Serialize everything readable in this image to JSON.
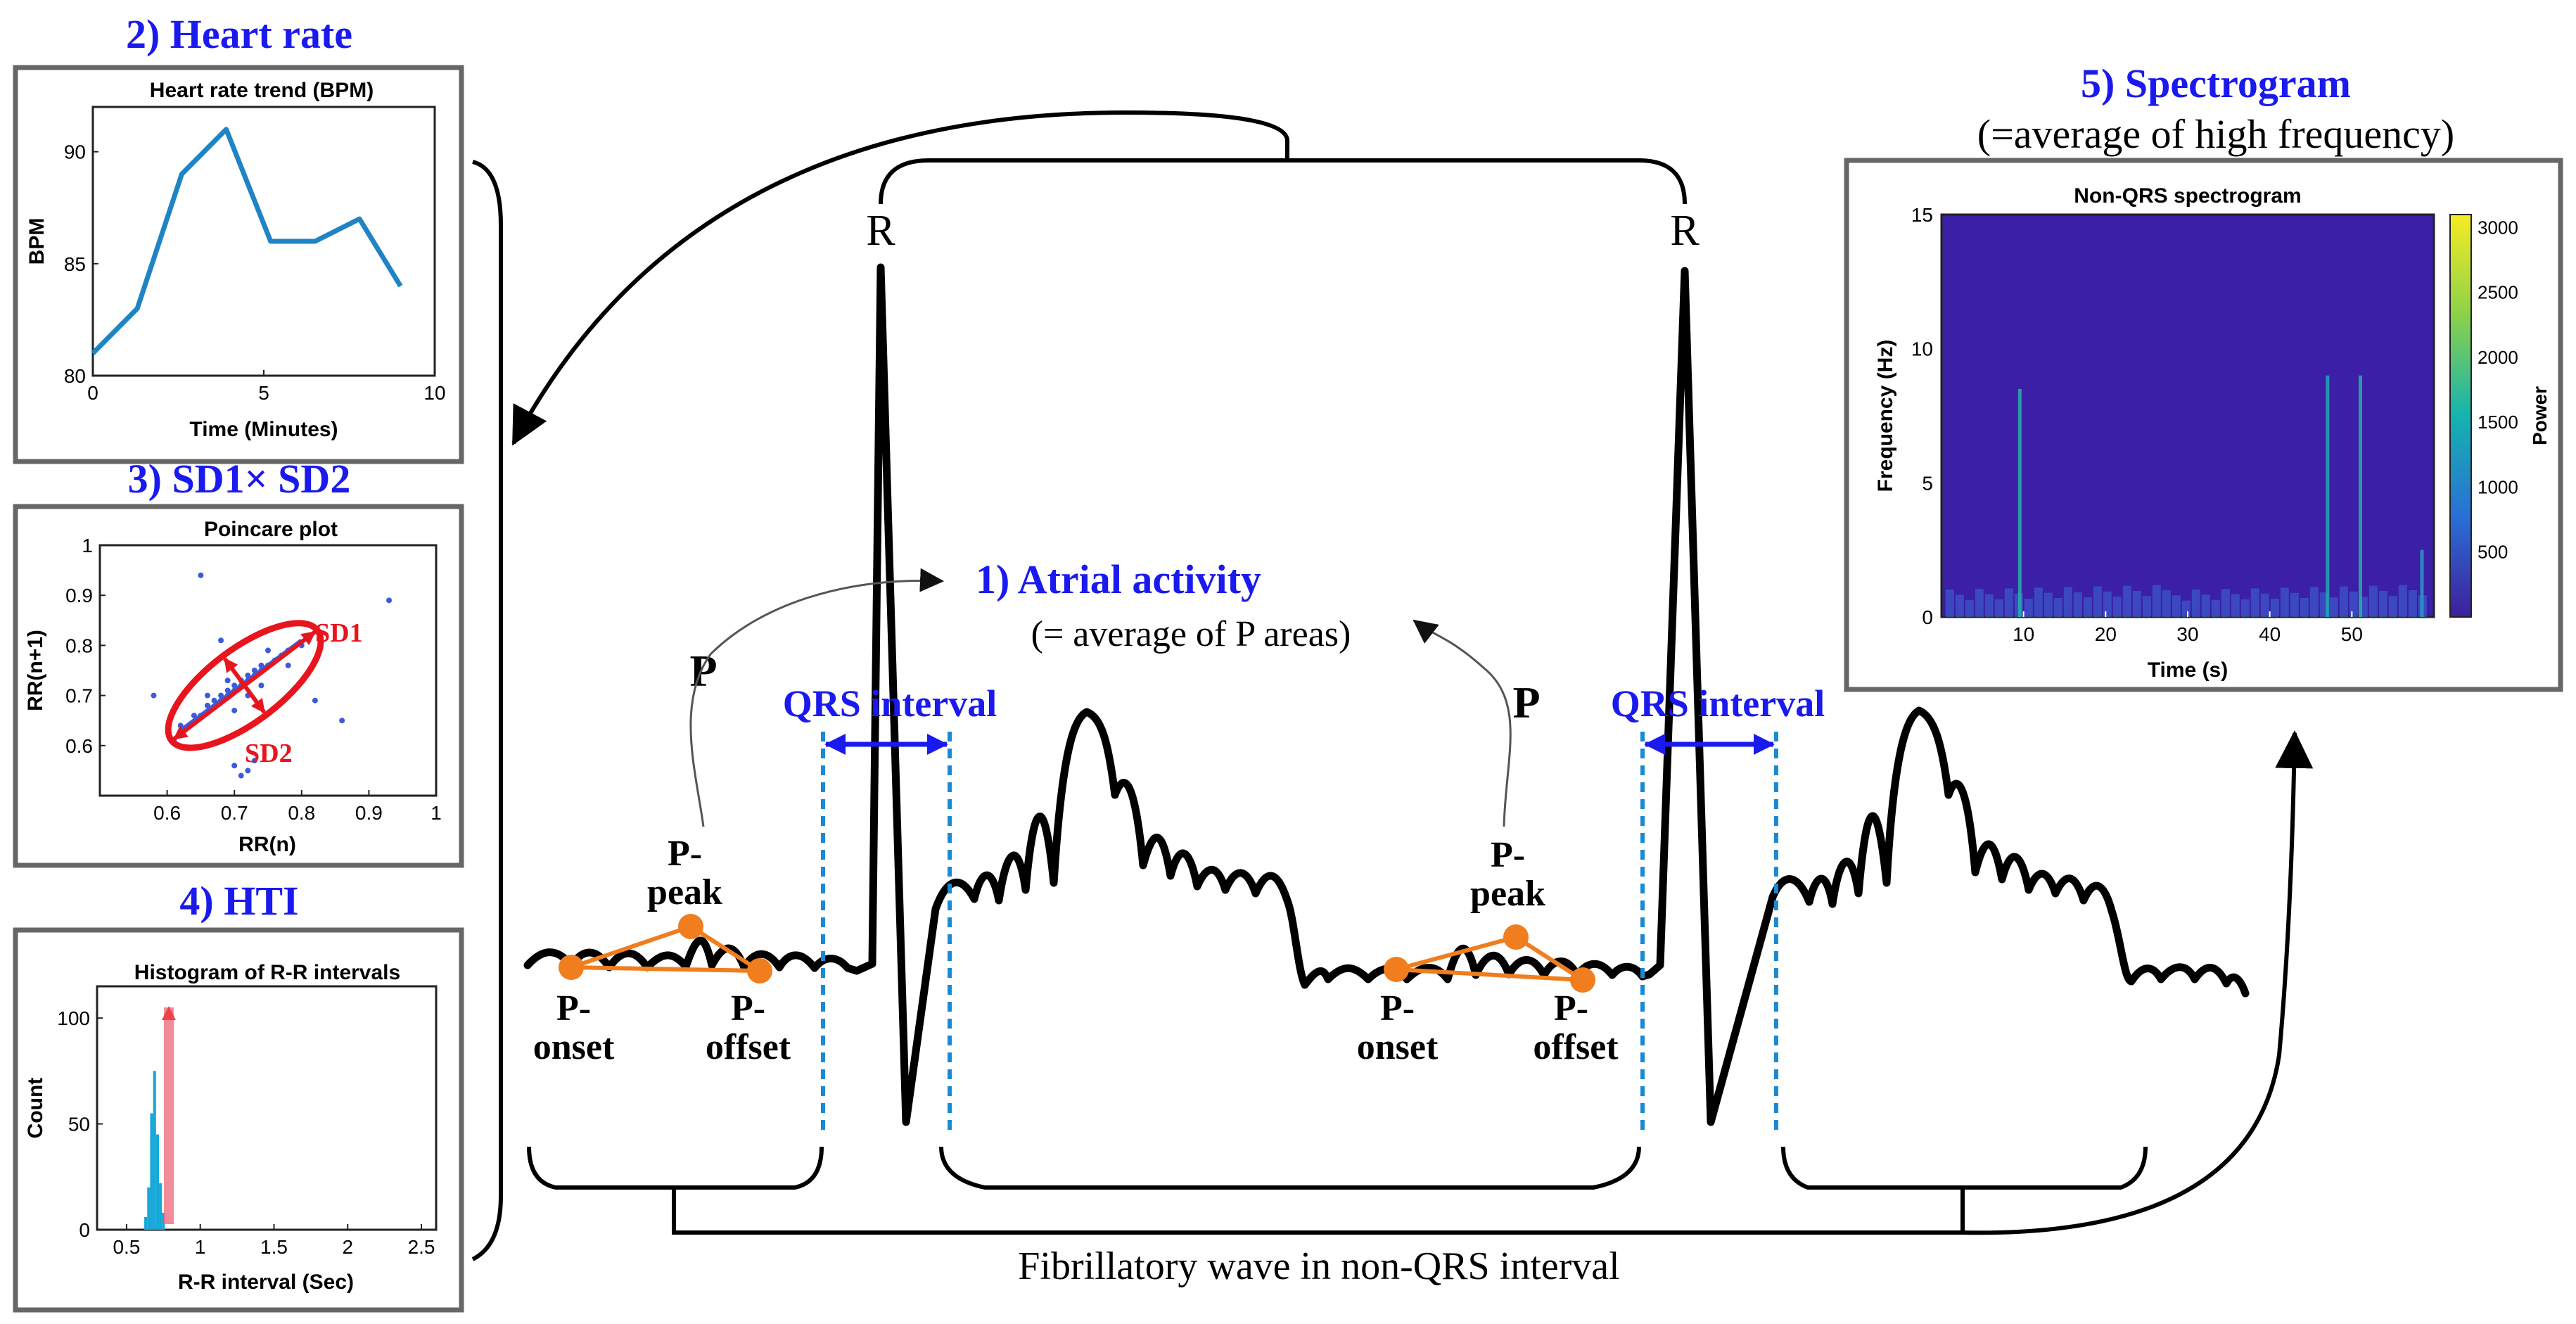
{
  "colors": {
    "heading": "#1a1aee",
    "ecg": "#000000",
    "orange": "#f07d1e",
    "red": "#e8141e",
    "chart_line": "#1f84c4",
    "scatter": "#3b5bdb",
    "spectro_bg": "#3b1fa6",
    "qrs_dashed": "#1a8ad4"
  },
  "sections": {
    "heart_rate": "2) Heart rate",
    "sd1sd2": "3) SD1× SD2",
    "hti": "4) HTI",
    "spectrogram": "5) Spectrogram",
    "spectrogram_sub": "(=average of high frequency)",
    "atrial": "1) Atrial activity",
    "atrial_sub": "(= average of P areas)"
  },
  "ecg_labels": {
    "r_peak": "R",
    "p_wave": "P",
    "qrs_interval": "QRS interval",
    "p_peak_1": "P-",
    "p_peak_2": "peak",
    "p_onset_1": "P-",
    "p_onset_2": "onset",
    "p_offset_1": "P-",
    "p_offset_2": "offset",
    "fibrillatory": "Fibrillatory wave in non-QRS interval"
  },
  "chart_data": [
    {
      "type": "line",
      "title": "Heart rate trend (BPM)",
      "xlabel": "Time (Minutes)",
      "ylabel": "BPM",
      "x": [
        0,
        1.3,
        2.6,
        3.9,
        5.2,
        6.5,
        7.8,
        9.0
      ],
      "y": [
        81,
        83,
        89,
        91,
        86,
        86,
        87,
        84
      ],
      "xlim": [
        0,
        10
      ],
      "ylim": [
        80,
        92
      ],
      "xticks": [
        "0",
        "5",
        "10"
      ],
      "yticks": [
        "80",
        "85",
        "90"
      ],
      "color": "#1f84c4"
    },
    {
      "type": "scatter",
      "title": "Poincare plot",
      "xlabel": "RR(n)",
      "ylabel": "RR(n+1)",
      "xlim": [
        0.5,
        1
      ],
      "ylim": [
        0.5,
        1
      ],
      "xticks": [
        "0.6",
        "0.7",
        "0.8",
        "0.9",
        "1"
      ],
      "yticks": [
        "0.6",
        "0.7",
        "0.8",
        "0.9",
        "1"
      ],
      "annotations": [
        "SD1",
        "SD2"
      ],
      "points": [
        [
          0.62,
          0.64
        ],
        [
          0.65,
          0.66
        ],
        [
          0.66,
          0.68
        ],
        [
          0.67,
          0.69
        ],
        [
          0.68,
          0.69
        ],
        [
          0.68,
          0.7
        ],
        [
          0.69,
          0.7
        ],
        [
          0.69,
          0.71
        ],
        [
          0.7,
          0.71
        ],
        [
          0.7,
          0.72
        ],
        [
          0.71,
          0.72
        ],
        [
          0.71,
          0.73
        ],
        [
          0.72,
          0.73
        ],
        [
          0.72,
          0.74
        ],
        [
          0.73,
          0.74
        ],
        [
          0.73,
          0.75
        ],
        [
          0.74,
          0.75
        ],
        [
          0.74,
          0.76
        ],
        [
          0.75,
          0.76
        ],
        [
          0.76,
          0.77
        ],
        [
          0.77,
          0.78
        ],
        [
          0.78,
          0.79
        ],
        [
          0.66,
          0.7
        ],
        [
          0.7,
          0.67
        ],
        [
          0.72,
          0.7
        ],
        [
          0.69,
          0.73
        ],
        [
          0.74,
          0.72
        ],
        [
          0.75,
          0.79
        ],
        [
          0.78,
          0.76
        ],
        [
          0.64,
          0.66
        ],
        [
          0.8,
          0.8
        ],
        [
          0.65,
          0.94
        ],
        [
          0.72,
          0.55
        ],
        [
          0.71,
          0.54
        ],
        [
          0.58,
          0.7
        ],
        [
          0.86,
          0.65
        ],
        [
          0.93,
          0.89
        ],
        [
          0.61,
          0.61
        ],
        [
          0.82,
          0.69
        ],
        [
          0.68,
          0.81
        ],
        [
          0.7,
          0.56
        ],
        [
          0.73,
          0.57
        ]
      ]
    },
    {
      "type": "bar",
      "title": "Histogram of R-R intervals",
      "xlabel": "R-R interval (Sec)",
      "ylabel": "Count",
      "xlim": [
        0.3,
        2.6
      ],
      "ylim": [
        0,
        115
      ],
      "xticks": [
        "0.5",
        "1",
        "1.5",
        "2",
        "2.5"
      ],
      "yticks": [
        "0",
        "50",
        "100"
      ],
      "bins": [
        0.62,
        0.64,
        0.66,
        0.68,
        0.7,
        0.72,
        0.74
      ],
      "counts": [
        6,
        20,
        55,
        75,
        45,
        22,
        8
      ],
      "color": "#17a8d8"
    },
    {
      "type": "heatmap",
      "title": "Non-QRS spectrogram",
      "xlabel": "Time (s)",
      "ylabel": "Frequency (Hz)",
      "colorbar_label": "Power",
      "xlim": [
        0,
        60
      ],
      "ylim": [
        0,
        15
      ],
      "xticks": [
        "10",
        "20",
        "30",
        "40",
        "50"
      ],
      "yticks": [
        "0",
        "5",
        "10",
        "15"
      ],
      "cticks": [
        "500",
        "1000",
        "1500",
        "2000",
        "2500",
        "3000"
      ],
      "clim": [
        0,
        3100
      ]
    }
  ]
}
